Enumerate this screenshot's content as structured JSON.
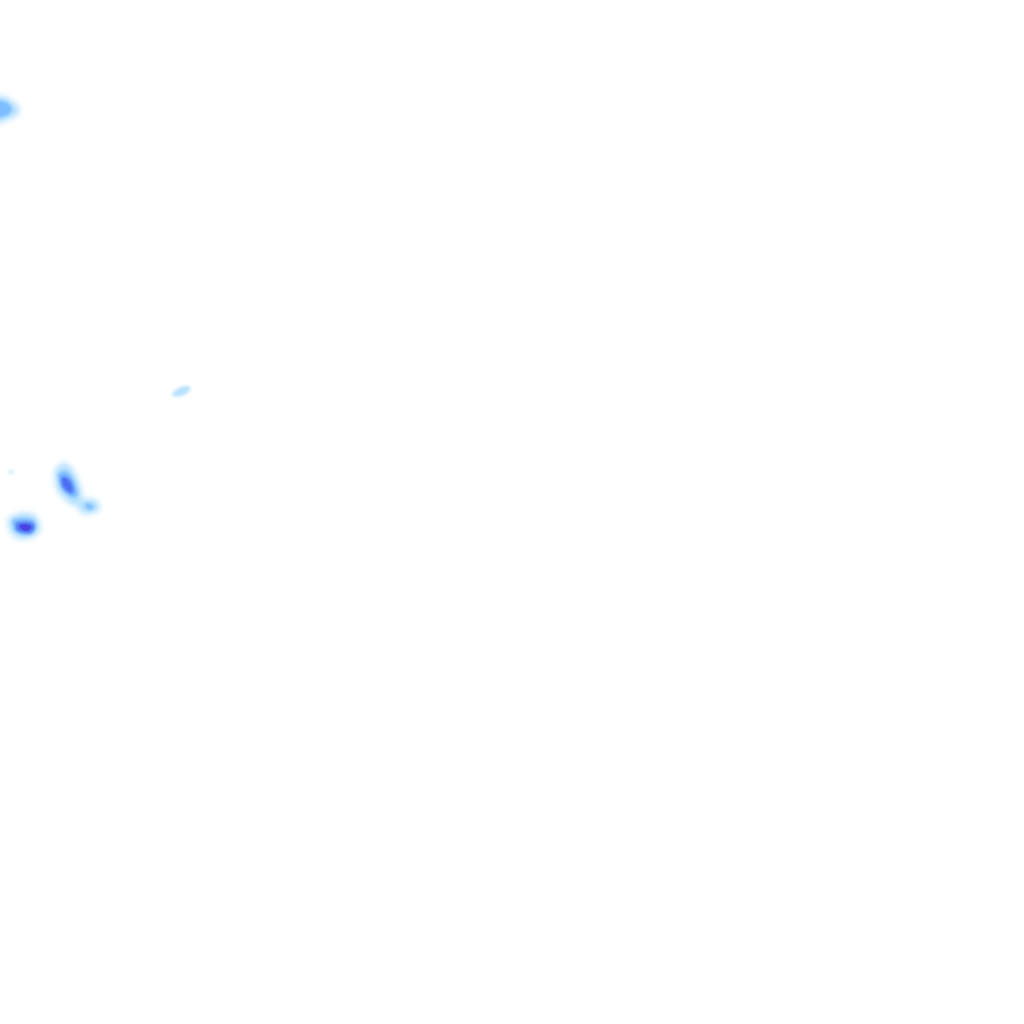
{
  "map": {
    "layer": "precipitation-radar-tile",
    "background_color": "#ffffff",
    "intensity_colors": {
      "light": "#a9dcff",
      "moderate": "#6fb4ff",
      "heavy": "#3f5ff0",
      "core": "#4a3fe0"
    },
    "echoes": [
      {
        "id": "echo-edge-top",
        "intensity": "moderate"
      },
      {
        "id": "echo-small-fleck",
        "intensity": "light"
      },
      {
        "id": "echo-diagonal-cell",
        "intensity": "heavy"
      },
      {
        "id": "echo-diagonal-tail",
        "intensity": "light"
      },
      {
        "id": "echo-bottom-cell",
        "intensity": "heavy"
      },
      {
        "id": "echo-dot",
        "intensity": "light"
      }
    ]
  }
}
